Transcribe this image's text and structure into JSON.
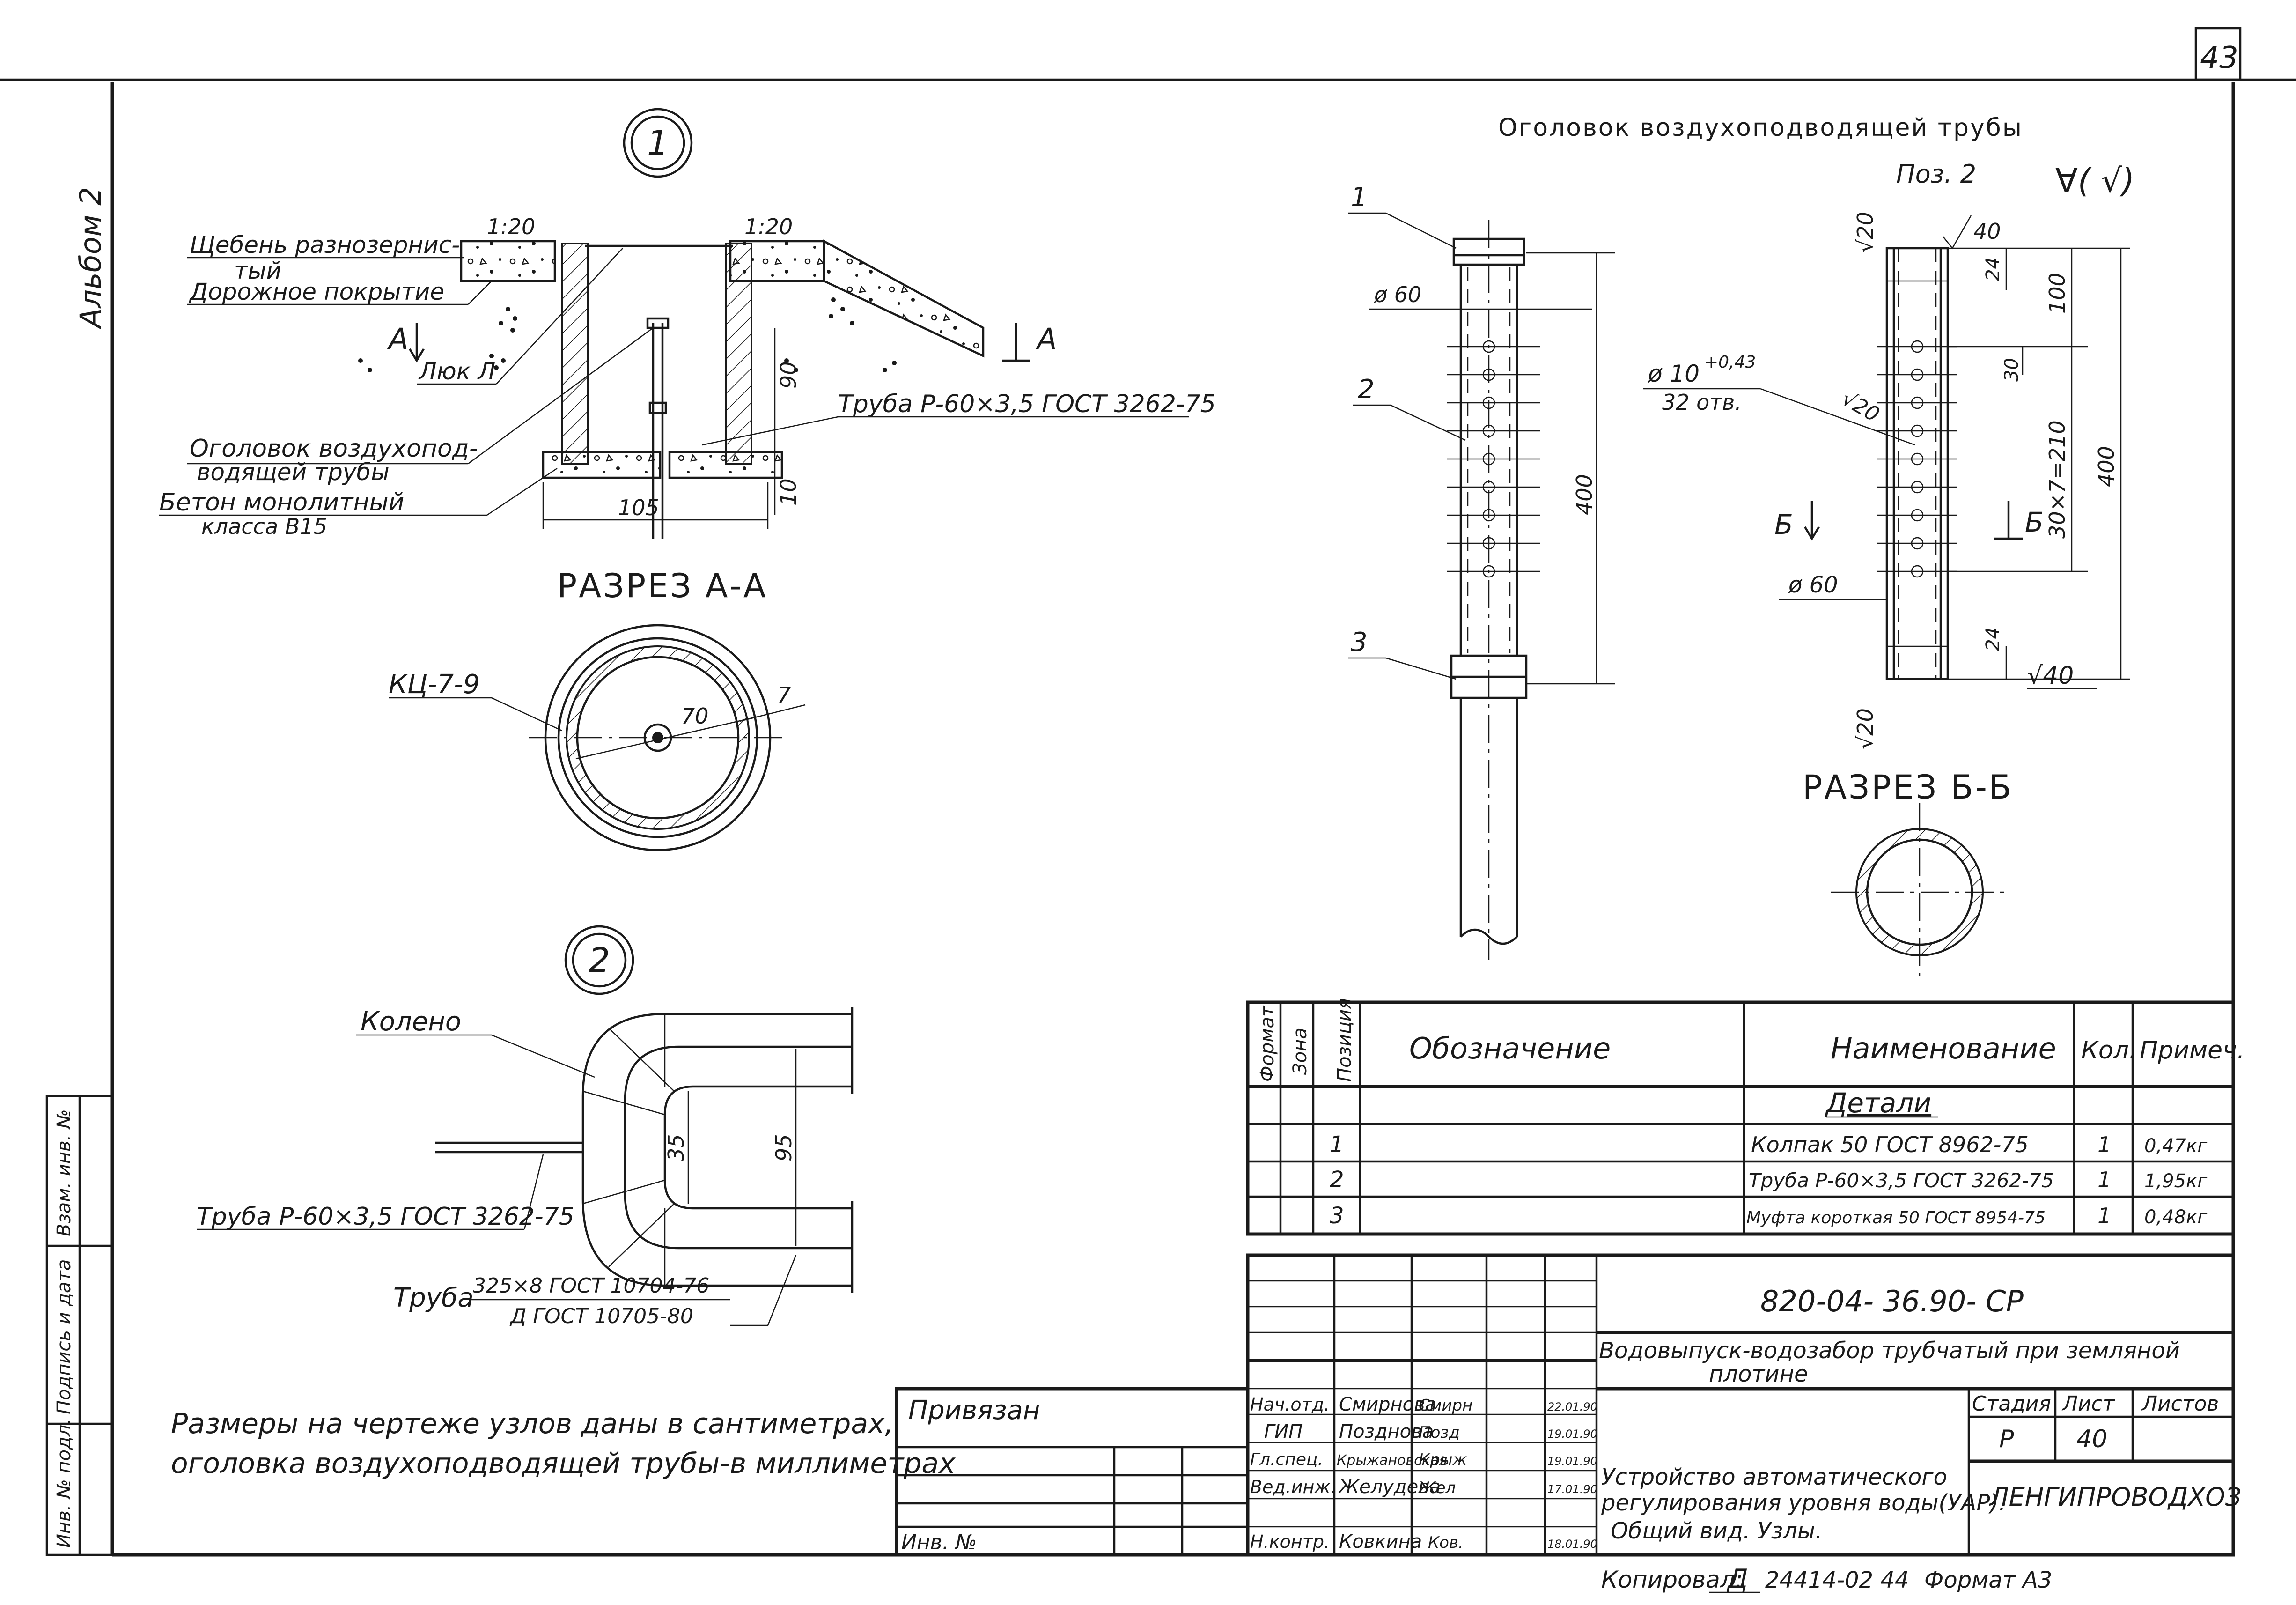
{
  "sheet": {
    "page_number": "43",
    "album": "Альбом 2"
  },
  "node1": {
    "number": "1",
    "slope_left": "1:20",
    "slope_right": "1:20",
    "label_gravel_1": "Щебень разнозернис-",
    "label_gravel_2": "тый",
    "label_road": "Дорожное покрытие",
    "section_mark_left": "А",
    "section_mark_right": "А",
    "label_hatch": "Люк Л",
    "label_head_1": "Оголовок воздухопод-",
    "label_head_2": "водящей трубы",
    "label_concrete_1": "Бетон монолитный",
    "label_concrete_2": "класса В15",
    "label_pipe": "Труба Р-60×3,5 ГОСТ 3262-75",
    "dim_90": "90",
    "dim_10": "10",
    "dim_105": "105"
  },
  "section_aa": {
    "title": "РАЗРЕЗ А-А",
    "label_ring": "КЦ-7-9",
    "dim_70": "70",
    "dim_7": "7"
  },
  "node2": {
    "number": "2",
    "label_elbow": "Колено",
    "dim_35": "35",
    "dim_95": "95",
    "label_pipe_small": "Труба Р-60×3,5 ГОСТ 3262-75",
    "label_pipe_big_prefix": "Труба",
    "label_pipe_big_top": "325×8 ГОСТ 10704-76",
    "label_pipe_big_bottom": "Д ГОСТ 10705-80"
  },
  "head_detail": {
    "title": "Оголовок воздухоподводящей трубы",
    "callout_1": "1",
    "callout_2": "2",
    "callout_3": "3",
    "dia_60": "ø 60",
    "dim_400": "400"
  },
  "pos2": {
    "title": "Поз. 2",
    "roughness": "∀( √)",
    "r20_top": "√20",
    "r40_top": "40",
    "dim_24_top": "24",
    "dim_100": "100",
    "hole_dia": "ø 10",
    "hole_tol": "+0,43",
    "hole_count": "32 отв.",
    "r20_mid": "√20",
    "dim_30": "30",
    "dim_30x7": "30×7=210",
    "dim_400": "400",
    "section_mark_left": "Б",
    "section_mark_right": "Б",
    "dia_60": "ø 60",
    "dim_24_bottom": "24",
    "r40_bottom": "√40",
    "r20_bottom": "√20"
  },
  "section_bb": {
    "title": "РАЗРЕЗ Б-Б"
  },
  "spec_table": {
    "headers": {
      "format": "Формат",
      "zone": "Зона",
      "position": "Позиция",
      "designation": "Обозначение",
      "name": "Наименование",
      "qty": "Кол.",
      "note": "Примеч."
    },
    "group": "Детали",
    "rows": [
      {
        "pos": "1",
        "name": "Колпак 50 ГОСТ 8962-75",
        "qty": "1",
        "note": "0,47кг"
      },
      {
        "pos": "2",
        "name": "Труба Р-60×3,5 ГОСТ 3262-75",
        "qty": "1",
        "note": "1,95кг"
      },
      {
        "pos": "3",
        "name": "Муфта короткая 50 ГОСТ 8954-75",
        "qty": "1",
        "note": "0,48кг"
      }
    ]
  },
  "title_block": {
    "code": "820-04- 36.90- СР",
    "project_1": "Водовыпуск-водозабор трубчатый при земляной",
    "project_2": "плотине",
    "stage_header": "Стадия",
    "sheet_header": "Лист",
    "sheets_header": "Листов",
    "stage": "Р",
    "sheet": "40",
    "sheets": "",
    "drawing_1": "Устройство автоматического",
    "drawing_2": "регулирования уровня воды(УАР).",
    "drawing_3": "Общий вид. Узлы.",
    "organization": "ЛЕНГИПРОВОДХОЗ",
    "staff": [
      {
        "role": "Нач.отд.",
        "name": "Смирнова",
        "sign": "Смирн",
        "date": "22.01.90"
      },
      {
        "role": "ГИП",
        "name": "Позднова",
        "sign": "Позд",
        "date": "19.01.90"
      },
      {
        "role": "Гл.спец.",
        "name": "Крыжановская",
        "sign": "Крыж",
        "date": "19.01.90"
      },
      {
        "role": "Вед.инж.",
        "name": "Желудева",
        "sign": "Жел",
        "date": "17.01.90"
      },
      {
        "role": "Н.контр.",
        "name": "Ковкина",
        "sign": "Ков.",
        "date": "18.01.90"
      }
    ],
    "bound": "Привязан",
    "inv": "Инв. №"
  },
  "side_stamp": {
    "inv_orig": "Инв. № подл.",
    "sign_date": "Подпись и дата",
    "replace_inv": "Взам. инв. №"
  },
  "note": {
    "line1": "Размеры на чертеже узлов даны в сантиметрах,",
    "line2": "оголовка воздухоподводящей трубы-в миллиметрах"
  },
  "footer": {
    "copied_label": "Копировал:",
    "copied_sign": "Д",
    "copied_num": "24414-02 44",
    "format": "Формат А3"
  }
}
